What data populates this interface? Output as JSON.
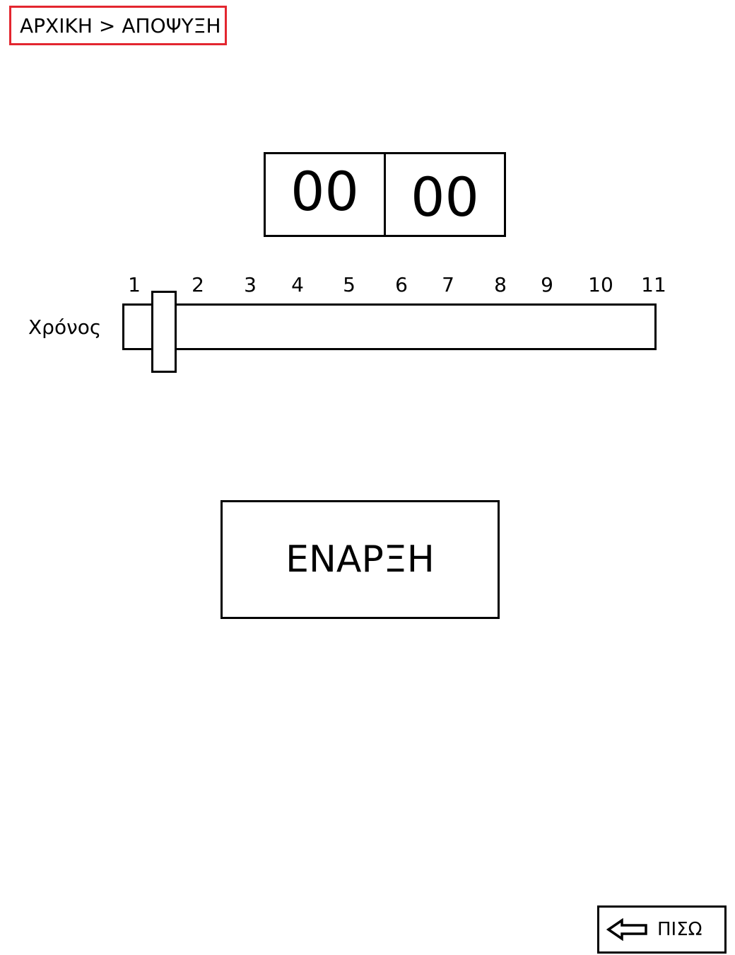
{
  "breadcrumb": {
    "home": "ΑΡΧΙΚΗ",
    "separator": ">",
    "current": "ΑΠΟΨΥΞΗ",
    "border_color": "#e3262f"
  },
  "timer": {
    "minutes": "00",
    "seconds": "00"
  },
  "slider": {
    "label": "Χρόνος",
    "ticks": [
      "1",
      "2",
      "3",
      "4",
      "5",
      "6",
      "7",
      "8",
      "9",
      "10",
      "11"
    ],
    "value": 1
  },
  "start_button": {
    "label": "ΕΝΑΡΞΗ"
  },
  "back_button": {
    "label": "ΠΙΣΩ",
    "icon": "arrow-left-icon"
  }
}
